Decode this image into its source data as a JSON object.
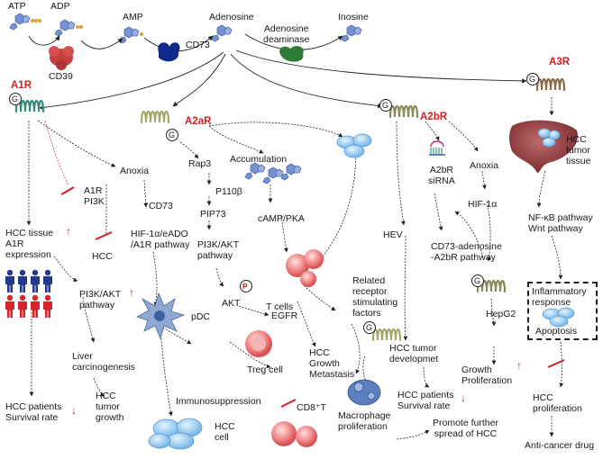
{
  "molecules": {
    "atp": "ATP",
    "adp": "ADP",
    "amp": "AMP",
    "adenosine": "Adenosine",
    "inosine": "Inosine",
    "cd39": "CD39",
    "cd73_top": "CD73",
    "adenosine_deaminase": "Adenosine\ndeaminase"
  },
  "receptors": {
    "a1r": "A1R",
    "a2ar": "A2aR",
    "a2br": "A2bR",
    "a3r": "A3R",
    "g_symbol": "G"
  },
  "a1r_branch": {
    "a1r_pi3k": "A1R\nPI3K",
    "hcc_inhibited": "HCC",
    "hcc_tissue_expression": "HCC tissue\nA1R\nexpression",
    "pi3k_akt_pathway": "PI3K/AKT\npathway",
    "liver_carcinogenesis": "Liver\ncarcinogenesis",
    "hcc_patients_survival": "HCC patients\nSurvival rate",
    "hcc_tumor_growth": "HCC\ntumor\ngrowth",
    "anoxia": "Anoxia",
    "cd73": "CD73",
    "hif_pathway": "HIF-1α/eADO\n/A1R pathway",
    "pdc": "pDC",
    "immunosuppression": "Immunosuppression",
    "hcc_cell": "HCC\ncell"
  },
  "a2ar_branch": {
    "rap3": "Rap3",
    "p110b": "P110β",
    "pip73": "PIP73",
    "pi3k_akt_pathway": "PI3K/AKT\npathway",
    "akt": "AKT",
    "p_badge": "P",
    "egfr": "EGFR",
    "accumulation": "Accumulation",
    "camp_pka": "cAMP/PKA",
    "t_cells": "T cells",
    "treg_cell": "Treg cell",
    "cd8_t": "CD8⁺T",
    "hcc_growth_metastasis": "HCC\nGrowth\nMetastasis",
    "related_receptor": "Related\nreceptor\nstimulating\nfactors",
    "macrophage_proliferation": "Macrophage\nproliferation",
    "promote_spread": "Promote further\nspread of HCC"
  },
  "a2br_branch": {
    "hev": "HEV",
    "a2br_sirna": "A2bR\nsiRNA",
    "anoxia": "Anoxia",
    "hif1a": "HIF-1α",
    "cd73_pathway": "CD73-adenosine\n-A2bR pathway",
    "hepg2": "HepG2",
    "hcc_tumor_development": "HCC tumor\ndevelopmet",
    "hcc_patients_survival": "HCC patients\nSurvival rate",
    "growth_proliferation": "Growth\nProliferation"
  },
  "a3r_branch": {
    "hcc_tumor_tissue": "HCC\ntumor\ntissue",
    "pathways": "NF-κB pathway\nWnt pathway",
    "inflammatory_response": "Inflammatory\nresponse",
    "apoptosis": "Apoptosis",
    "hcc_proliferation": "HCC\nproliferation",
    "anti_cancer_drug": "Anti-cancer drug"
  },
  "symbols": {
    "up": "↑",
    "down": "↓"
  },
  "colors": {
    "molecule_blue": "#6f8fcf",
    "phosphate_gold": "#e0a030",
    "cd39_red": "#c84040",
    "cd73_navy": "#102a8a",
    "deaminase_green": "#2f7a34",
    "receptor_a1r": "#3b8a7a",
    "receptor_a2ar": "#a3a86a",
    "receptor_a2br": "#8a8a5a",
    "receptor_a3r": "#8a6a4a",
    "label_red": "#d21f1f",
    "people_blue": "#233a8c",
    "people_red": "#d8232a"
  }
}
